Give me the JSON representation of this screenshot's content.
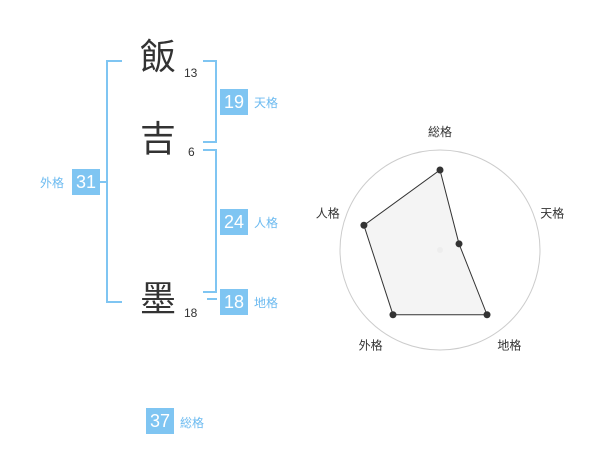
{
  "name": {
    "chars": [
      {
        "char": "飯",
        "strokes": "13"
      },
      {
        "char": "吉",
        "strokes": "6"
      },
      {
        "char": "墨",
        "strokes": "18"
      }
    ]
  },
  "kaku": {
    "tenkaku": {
      "value": "19",
      "label": "天格"
    },
    "jinkaku": {
      "value": "24",
      "label": "人格"
    },
    "chikaku": {
      "value": "18",
      "label": "地格"
    },
    "gaikaku": {
      "value": "31",
      "label": "外格"
    },
    "soukaku": {
      "value": "37",
      "label": "総格"
    }
  },
  "chart_data": {
    "type": "radar",
    "axes": [
      "総格",
      "天格",
      "地格",
      "外格",
      "人格"
    ],
    "values": [
      4,
      1,
      4,
      4,
      4
    ],
    "range": [
      0,
      5
    ],
    "rings": 5,
    "colors": {
      "fill": "#f2f2f2",
      "stroke": "#333333",
      "grid": "#cccccc",
      "point": "#333333"
    }
  }
}
